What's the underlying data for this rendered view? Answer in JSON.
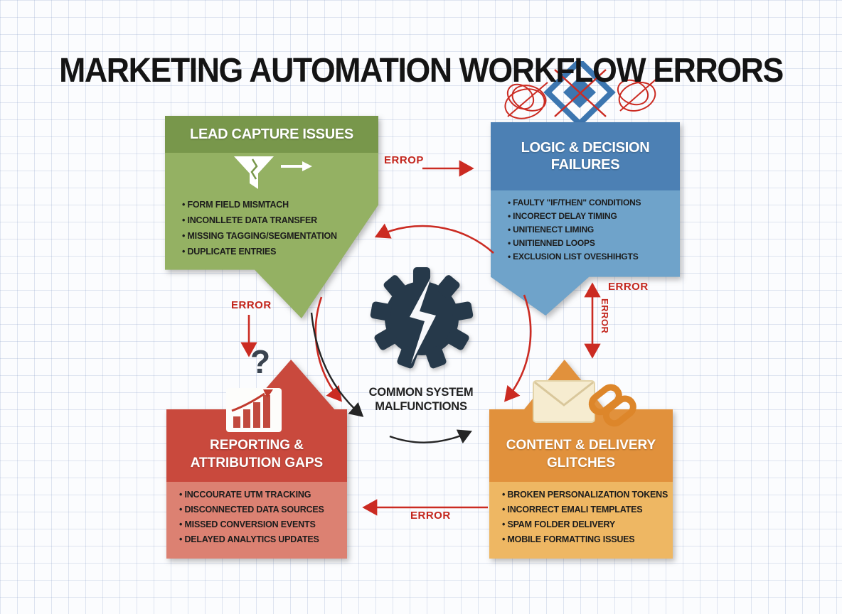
{
  "title": "MARKETING AUTOMATION WORKFLOW ERRORS",
  "center": {
    "line1": "COMMON SYSTEM",
    "line2": "MALFUNCTIONS"
  },
  "quadrants": {
    "lead_capture": {
      "title": "LEAD CAPTURE ISSUES",
      "items": [
        "FORM FIELD MISMTACH",
        "INCONLLETE DATA TRANSFER",
        "MISSING TAGGING/SEGMENTATION",
        "DUPLICATE ENTRIES"
      ]
    },
    "logic_decision": {
      "title_lines": [
        "LOGIC & DECISION",
        "FAILURES"
      ],
      "items": [
        "FAULTY \"IF/THEN\" CONDITIONS",
        "INCORECT DELAY TIMING",
        "UNITIENECT LIMING",
        "UNITIENNED LOOPS",
        "EXCLUSION LIST OVESHIHGTS"
      ]
    },
    "reporting": {
      "title_lines": [
        "REPORTING &",
        "ATTRIBUTION GAPS"
      ],
      "items": [
        "INCCOURATE UTM TRACKING",
        "DISCONNECTED DATA SOURCES",
        "MISSED CONVERSION EVENTS",
        "DELAYED ANALYTICS UPDATES"
      ]
    },
    "content_delivery": {
      "title_lines": [
        "CONTENT & DELIVERY",
        "GLITCHES"
      ],
      "items": [
        "BROKEN PERSONALIZATION TOKENS",
        "INCORRECT EMALI TEMPLATES",
        "SPAM FOLDER DELIVERY",
        "MOBILE FORMATTING ISSUES"
      ]
    }
  },
  "errors": {
    "top": "ERROP",
    "left": "ERROR",
    "right_horizontal": "ERROR",
    "right_vertical": "ERROR",
    "bottom": "ERROR"
  },
  "icons": {
    "question_mark": "?",
    "lead_capture": "funnel-arrow-icon",
    "logic_decision": "decision-diamond-icon",
    "reporting": "bar-chart-icon",
    "content_delivery": "envelope-chain-icon",
    "center": "broken-gear-icon"
  },
  "colors": {
    "green_header": "#78974b",
    "green_body": "#94b163",
    "blue_header": "#4c80b4",
    "blue_body": "#6fa3ca",
    "red_header": "#c9493d",
    "red_body": "#dc8172",
    "orange_header": "#e1913c",
    "orange_body": "#eeb763",
    "error_red": "#c3261d",
    "gear": "#26394a"
  }
}
